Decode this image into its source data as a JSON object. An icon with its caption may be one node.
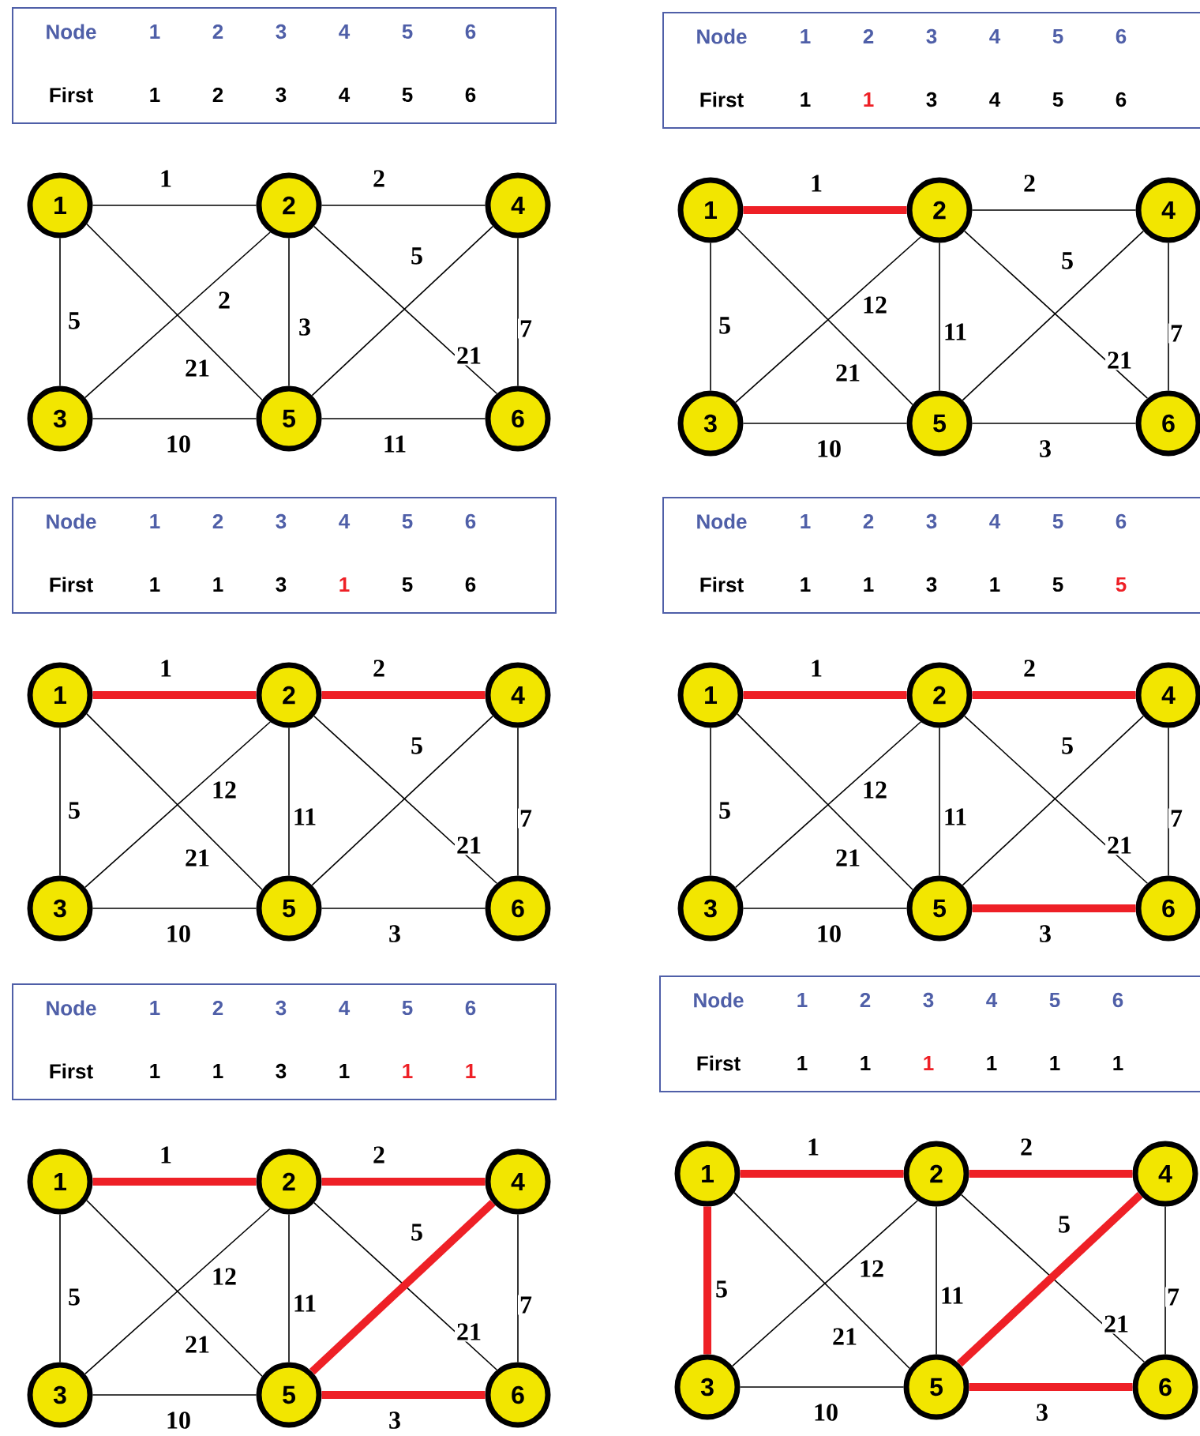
{
  "diagram": {
    "nodes": [
      {
        "text": [
          "1"
        ]
      },
      {
        "text": [
          "2"
        ]
      },
      {
        "text": [
          "4"
        ]
      },
      {
        "text": [
          "3"
        ]
      },
      {
        "text": [
          "5"
        ]
      },
      {
        "text": [
          "6"
        ]
      },
      {
        "text": [
          "1"
        ]
      },
      {
        "text": [
          "2"
        ]
      },
      {
        "text": [
          "4"
        ]
      },
      {
        "text": [
          "3"
        ]
      },
      {
        "text": [
          "5"
        ]
      },
      {
        "text": [
          "6"
        ]
      },
      {
        "text": [
          "1"
        ]
      },
      {
        "text": [
          "2"
        ]
      },
      {
        "text": [
          "4"
        ]
      },
      {
        "text": [
          "3"
        ]
      },
      {
        "text": [
          "5"
        ]
      },
      {
        "text": [
          "6"
        ]
      },
      {
        "text": [
          "1"
        ]
      },
      {
        "text": [
          "2"
        ]
      },
      {
        "text": [
          "4"
        ]
      },
      {
        "text": [
          "3"
        ]
      },
      {
        "text": [
          "5"
        ]
      },
      {
        "text": [
          "6"
        ]
      },
      {
        "text": [
          "1"
        ]
      },
      {
        "text": [
          "2"
        ]
      },
      {
        "text": [
          "4"
        ]
      },
      {
        "text": [
          "3"
        ]
      },
      {
        "text": [
          "5"
        ]
      },
      {
        "text": [
          "6"
        ]
      },
      {
        "text": [
          "1"
        ]
      },
      {
        "text": [
          "2"
        ]
      },
      {
        "text": [
          "4"
        ]
      },
      {
        "text": [
          "3"
        ]
      },
      {
        "text": [
          "5"
        ]
      },
      {
        "text": [
          "6"
        ]
      }
    ],
    "edges": [
      {
        "from": 0,
        "to": 1,
        "arrow": "none",
        "label": "1"
      },
      {
        "from": 1,
        "to": 2,
        "arrow": "none",
        "label": "2"
      },
      {
        "from": 0,
        "to": 3,
        "arrow": "none",
        "label": "5"
      },
      {
        "from": 0,
        "to": 4,
        "arrow": "none",
        "label": "21"
      },
      {
        "from": 1,
        "to": 3,
        "arrow": "none",
        "label": "2"
      },
      {
        "from": 1,
        "to": 4,
        "arrow": "none",
        "label": "3"
      },
      {
        "from": 1,
        "to": 5,
        "arrow": "none",
        "label": "21"
      },
      {
        "from": 2,
        "to": 4,
        "arrow": "none",
        "label": "5"
      },
      {
        "from": 2,
        "to": 5,
        "arrow": "none",
        "label": "7"
      },
      {
        "from": 3,
        "to": 4,
        "arrow": "none",
        "label": "10"
      },
      {
        "from": 4,
        "to": 5,
        "arrow": "none",
        "label": "11"
      },
      {
        "from": 6,
        "to": 7,
        "arrow": "none",
        "label": "1",
        "style": "thick",
        "color": "#ee2026"
      },
      {
        "from": 7,
        "to": 8,
        "arrow": "none",
        "label": "2"
      },
      {
        "from": 6,
        "to": 9,
        "arrow": "none",
        "label": "5"
      },
      {
        "from": 6,
        "to": 10,
        "arrow": "none",
        "label": "21"
      },
      {
        "from": 7,
        "to": 9,
        "arrow": "none",
        "label": "12"
      },
      {
        "from": 7,
        "to": 10,
        "arrow": "none",
        "label": "11"
      },
      {
        "from": 7,
        "to": 11,
        "arrow": "none",
        "label": "21"
      },
      {
        "from": 8,
        "to": 10,
        "arrow": "none",
        "label": "5"
      },
      {
        "from": 8,
        "to": 11,
        "arrow": "none",
        "label": "7"
      },
      {
        "from": 9,
        "to": 10,
        "arrow": "none",
        "label": "10"
      },
      {
        "from": 10,
        "to": 11,
        "arrow": "none",
        "label": "3"
      },
      {
        "from": 12,
        "to": 13,
        "arrow": "none",
        "label": "1",
        "style": "thick",
        "color": "#ee2026"
      },
      {
        "from": 13,
        "to": 14,
        "arrow": "none",
        "label": "2",
        "style": "thick",
        "color": "#ee2026"
      },
      {
        "from": 12,
        "to": 15,
        "arrow": "none",
        "label": "5"
      },
      {
        "from": 12,
        "to": 16,
        "arrow": "none",
        "label": "21"
      },
      {
        "from": 13,
        "to": 15,
        "arrow": "none",
        "label": "12"
      },
      {
        "from": 13,
        "to": 16,
        "arrow": "none",
        "label": "11"
      },
      {
        "from": 13,
        "to": 17,
        "arrow": "none",
        "label": "21"
      },
      {
        "from": 14,
        "to": 16,
        "arrow": "none",
        "label": "5"
      },
      {
        "from": 14,
        "to": 17,
        "arrow": "none",
        "label": "7"
      },
      {
        "from": 15,
        "to": 16,
        "arrow": "none",
        "label": "10"
      },
      {
        "from": 16,
        "to": 17,
        "arrow": "none",
        "label": "3"
      },
      {
        "from": 18,
        "to": 19,
        "arrow": "none",
        "label": "1",
        "style": "thick",
        "color": "#ee2026"
      },
      {
        "from": 19,
        "to": 20,
        "arrow": "none",
        "label": "2",
        "style": "thick",
        "color": "#ee2026"
      },
      {
        "from": 18,
        "to": 21,
        "arrow": "none",
        "label": "5"
      },
      {
        "from": 18,
        "to": 22,
        "arrow": "none",
        "label": "21"
      },
      {
        "from": 19,
        "to": 21,
        "arrow": "none",
        "label": "12"
      },
      {
        "from": 19,
        "to": 22,
        "arrow": "none",
        "label": "11"
      },
      {
        "from": 19,
        "to": 23,
        "arrow": "none",
        "label": "21"
      },
      {
        "from": 20,
        "to": 22,
        "arrow": "none",
        "label": "5"
      },
      {
        "from": 20,
        "to": 23,
        "arrow": "none",
        "label": "7"
      },
      {
        "from": 21,
        "to": 22,
        "arrow": "none",
        "label": "10"
      },
      {
        "from": 22,
        "to": 23,
        "arrow": "none",
        "label": "3",
        "style": "thick",
        "color": "#ee2026"
      },
      {
        "from": 24,
        "to": 25,
        "arrow": "none",
        "label": "1",
        "style": "thick",
        "color": "#ee2026"
      },
      {
        "from": 25,
        "to": 26,
        "arrow": "none",
        "label": "2",
        "style": "thick",
        "color": "#ee2026"
      },
      {
        "from": 24,
        "to": 27,
        "arrow": "none",
        "label": "5"
      },
      {
        "from": 24,
        "to": 28,
        "arrow": "none",
        "label": "21"
      },
      {
        "from": 25,
        "to": 27,
        "arrow": "none",
        "label": "12"
      },
      {
        "from": 25,
        "to": 28,
        "arrow": "none",
        "label": "11"
      },
      {
        "from": 25,
        "to": 29,
        "arrow": "none",
        "label": "21"
      },
      {
        "from": 26,
        "to": 28,
        "arrow": "none",
        "label": "5",
        "style": "thick",
        "color": "#ee2026"
      },
      {
        "from": 26,
        "to": 29,
        "arrow": "none",
        "label": "7"
      },
      {
        "from": 27,
        "to": 28,
        "arrow": "none",
        "label": "10"
      },
      {
        "from": 28,
        "to": 29,
        "arrow": "none",
        "label": "3",
        "style": "thick",
        "color": "#ee2026"
      },
      {
        "from": 30,
        "to": 31,
        "arrow": "none",
        "label": "1",
        "style": "thick",
        "color": "#ee2026"
      },
      {
        "from": 31,
        "to": 32,
        "arrow": "none",
        "label": "2",
        "style": "thick",
        "color": "#ee2026"
      },
      {
        "from": 30,
        "to": 33,
        "arrow": "none",
        "label": "5",
        "style": "thick",
        "color": "#ee2026"
      },
      {
        "from": 30,
        "to": 34,
        "arrow": "none",
        "label": "21"
      },
      {
        "from": 31,
        "to": 33,
        "arrow": "none",
        "label": "12"
      },
      {
        "from": 31,
        "to": 34,
        "arrow": "none",
        "label": "11"
      },
      {
        "from": 31,
        "to": 35,
        "arrow": "none",
        "label": "21"
      },
      {
        "from": 32,
        "to": 34,
        "arrow": "none",
        "label": "5",
        "style": "thick",
        "color": "#ee2026"
      },
      {
        "from": 32,
        "to": 35,
        "arrow": "none",
        "label": "7"
      },
      {
        "from": 33,
        "to": 34,
        "arrow": "none",
        "label": "10"
      },
      {
        "from": 34,
        "to": 35,
        "arrow": "none",
        "label": "3",
        "style": "thick",
        "color": "#ee2026"
      }
    ],
    "labels": [
      "Node",
      "1",
      "2",
      "3",
      "4",
      "5",
      "6",
      "First",
      "1",
      "2",
      "3",
      "4",
      "5",
      "6",
      "Node",
      "1",
      "2",
      "3",
      "4",
      "5",
      "6",
      "First",
      "1",
      "1",
      "3",
      "4",
      "5",
      "6",
      "Node",
      "1",
      "2",
      "3",
      "4",
      "5",
      "6",
      "First",
      "1",
      "1",
      "3",
      "1",
      "5",
      "6",
      "Node",
      "1",
      "2",
      "3",
      "4",
      "5",
      "6",
      "First",
      "1",
      "1",
      "3",
      "1",
      "5",
      "5",
      "Node",
      "1",
      "2",
      "3",
      "4",
      "5",
      "6",
      "First",
      "1",
      "1",
      "3",
      "1",
      "1",
      "1",
      "Node",
      "1",
      "2",
      "3",
      "4",
      "5",
      "6",
      "First",
      "1",
      "1",
      "1",
      "1",
      "1",
      "1"
    ]
  }
}
